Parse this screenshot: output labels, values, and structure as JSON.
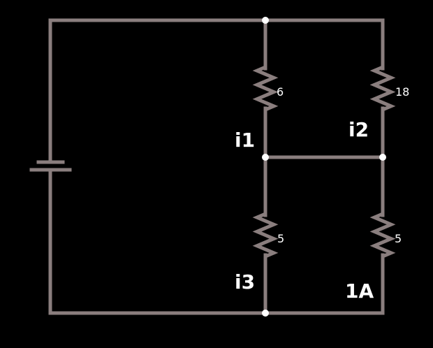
{
  "diagram": {
    "type": "circuit",
    "wire_color": "#8a7e7e",
    "components": [
      {
        "id": "battery",
        "kind": "battery"
      },
      {
        "id": "r1",
        "kind": "resistor",
        "value": "6",
        "branch": "middle-top"
      },
      {
        "id": "r2",
        "kind": "resistor",
        "value": "18",
        "branch": "right-top"
      },
      {
        "id": "r3",
        "kind": "resistor",
        "value": "5",
        "branch": "middle-bottom"
      },
      {
        "id": "r4",
        "kind": "resistor",
        "value": "5",
        "branch": "right-bottom"
      }
    ],
    "labels": {
      "i1": "i1",
      "i2": "i2",
      "i3": "i3",
      "current": "1A"
    }
  }
}
